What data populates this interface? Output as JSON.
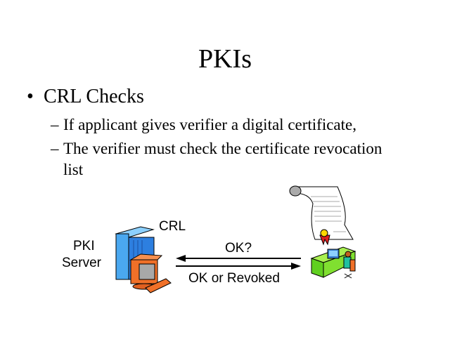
{
  "title": "PKIs",
  "bullets": [
    {
      "text": "CRL Checks",
      "subs": [
        "If applicant gives verifier a digital certificate,",
        "The verifier must check the certificate revocation",
        "list"
      ]
    }
  ],
  "diagram": {
    "server_label_1": "PKI",
    "server_label_2": "Server",
    "crl_label": "CRL",
    "request_label": "OK?",
    "response_label": "OK or Revoked"
  }
}
